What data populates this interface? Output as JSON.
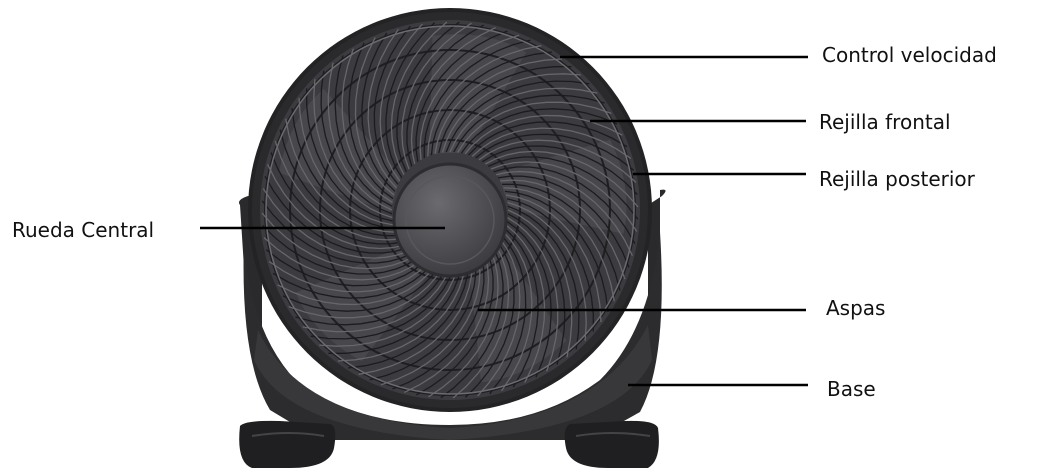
{
  "labels": {
    "control_velocidad": "Control velocidad",
    "rejilla_frontal": "Rejilla frontal",
    "rejilla_posterior": "Rejilla posterior",
    "rueda_central": "Rueda Central",
    "aspas": "Aspas",
    "base": "Base"
  },
  "colors": {
    "fan_body": "#2b2b2d",
    "grille": "#5a5a5e",
    "hub": "#4a4a4e",
    "leader_line": "#000000",
    "text": "#111111"
  },
  "icons": {
    "fan": "pedestal-box-fan-icon"
  }
}
